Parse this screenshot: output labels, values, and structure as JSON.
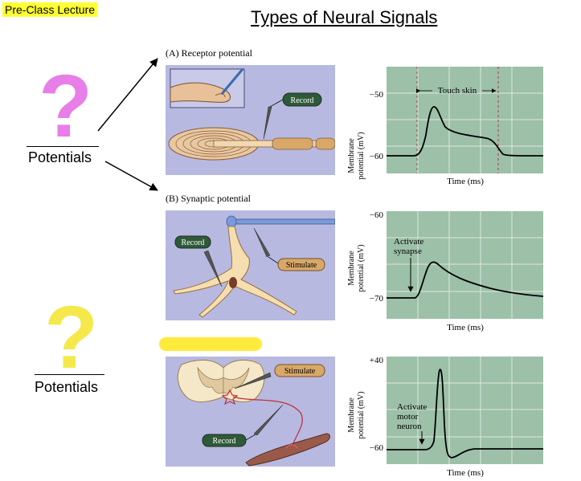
{
  "header": {
    "tag": "Pre-Class Lecture",
    "title": "Types of Neural Signals"
  },
  "left": {
    "top_label": "Potentials",
    "bottom_label": "Potentials",
    "qmark": "?",
    "colors": {
      "pink": "#e87ee8",
      "yellow": "#f5e84a",
      "highlight": "#ffeb3b"
    }
  },
  "panels": {
    "a": {
      "label": "(A)  Receptor potential",
      "record": "Record"
    },
    "b": {
      "label": "(B)  Synaptic potential",
      "record": "Record",
      "stimulate": "Stimulate"
    },
    "c": {
      "record": "Record",
      "stimulate": "Stimulate"
    }
  },
  "graphs": {
    "ylabel_line1": "Membrane",
    "ylabel_line2": "potential (mV)",
    "xlabel": "Time (ms)",
    "a": {
      "tick_top": "−50",
      "tick_bottom": "−60",
      "annotation": "Touch skin"
    },
    "b": {
      "tick_top": "−60",
      "tick_bottom": "−70",
      "annotation_line1": "Activate",
      "annotation_line2": "synapse"
    },
    "c": {
      "tick_top": "+40",
      "tick_bottom": "−60",
      "annotation_line1": "Activate",
      "annotation_line2": "motor",
      "annotation_line3": "neuron"
    }
  }
}
